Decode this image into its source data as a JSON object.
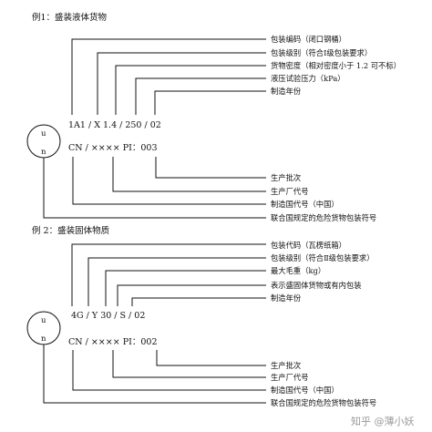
{
  "example1": {
    "heading": "例1：盛装液体货物",
    "code": [
      "1A1",
      " / ",
      "X",
      "   ",
      "1.4 / 250 / 02"
    ],
    "mark_row": [
      "CN / ",
      "××××",
      "  ",
      "PI",
      "：003"
    ],
    "un": [
      "u",
      "n"
    ],
    "labels": [
      "包装编码（闭口钢桶）",
      "包装级别（符合Ⅰ级包装要求）",
      "货物密度（相对密度小于 1.2 可不标）",
      "液压试验压力（kPa）",
      "制造年份",
      "生产批次",
      "生产厂代号",
      "制造国代号（中国）",
      "联合国规定的危险货物包装符号"
    ]
  },
  "example2": {
    "heading": "例 2：盛装固体物质",
    "code": [
      "4G",
      " / ",
      "Y",
      "   ",
      "30 / S / 02"
    ],
    "mark_row": [
      "CN / ",
      "××××",
      "  ",
      "PI",
      "：002"
    ],
    "un": [
      "u",
      "n"
    ],
    "labels": [
      "包装代码（瓦楞纸箱）",
      "包装级别（符合Ⅱ级包装要求）",
      "最大毛重（kg）",
      "表示盛固体货物或有内包装",
      "制造年份",
      "生产批次",
      "生产厂代号",
      "制造国代号（中国）",
      "联合国规定的危险货物包装符号"
    ]
  },
  "watermark": "知乎 @薄小妖"
}
